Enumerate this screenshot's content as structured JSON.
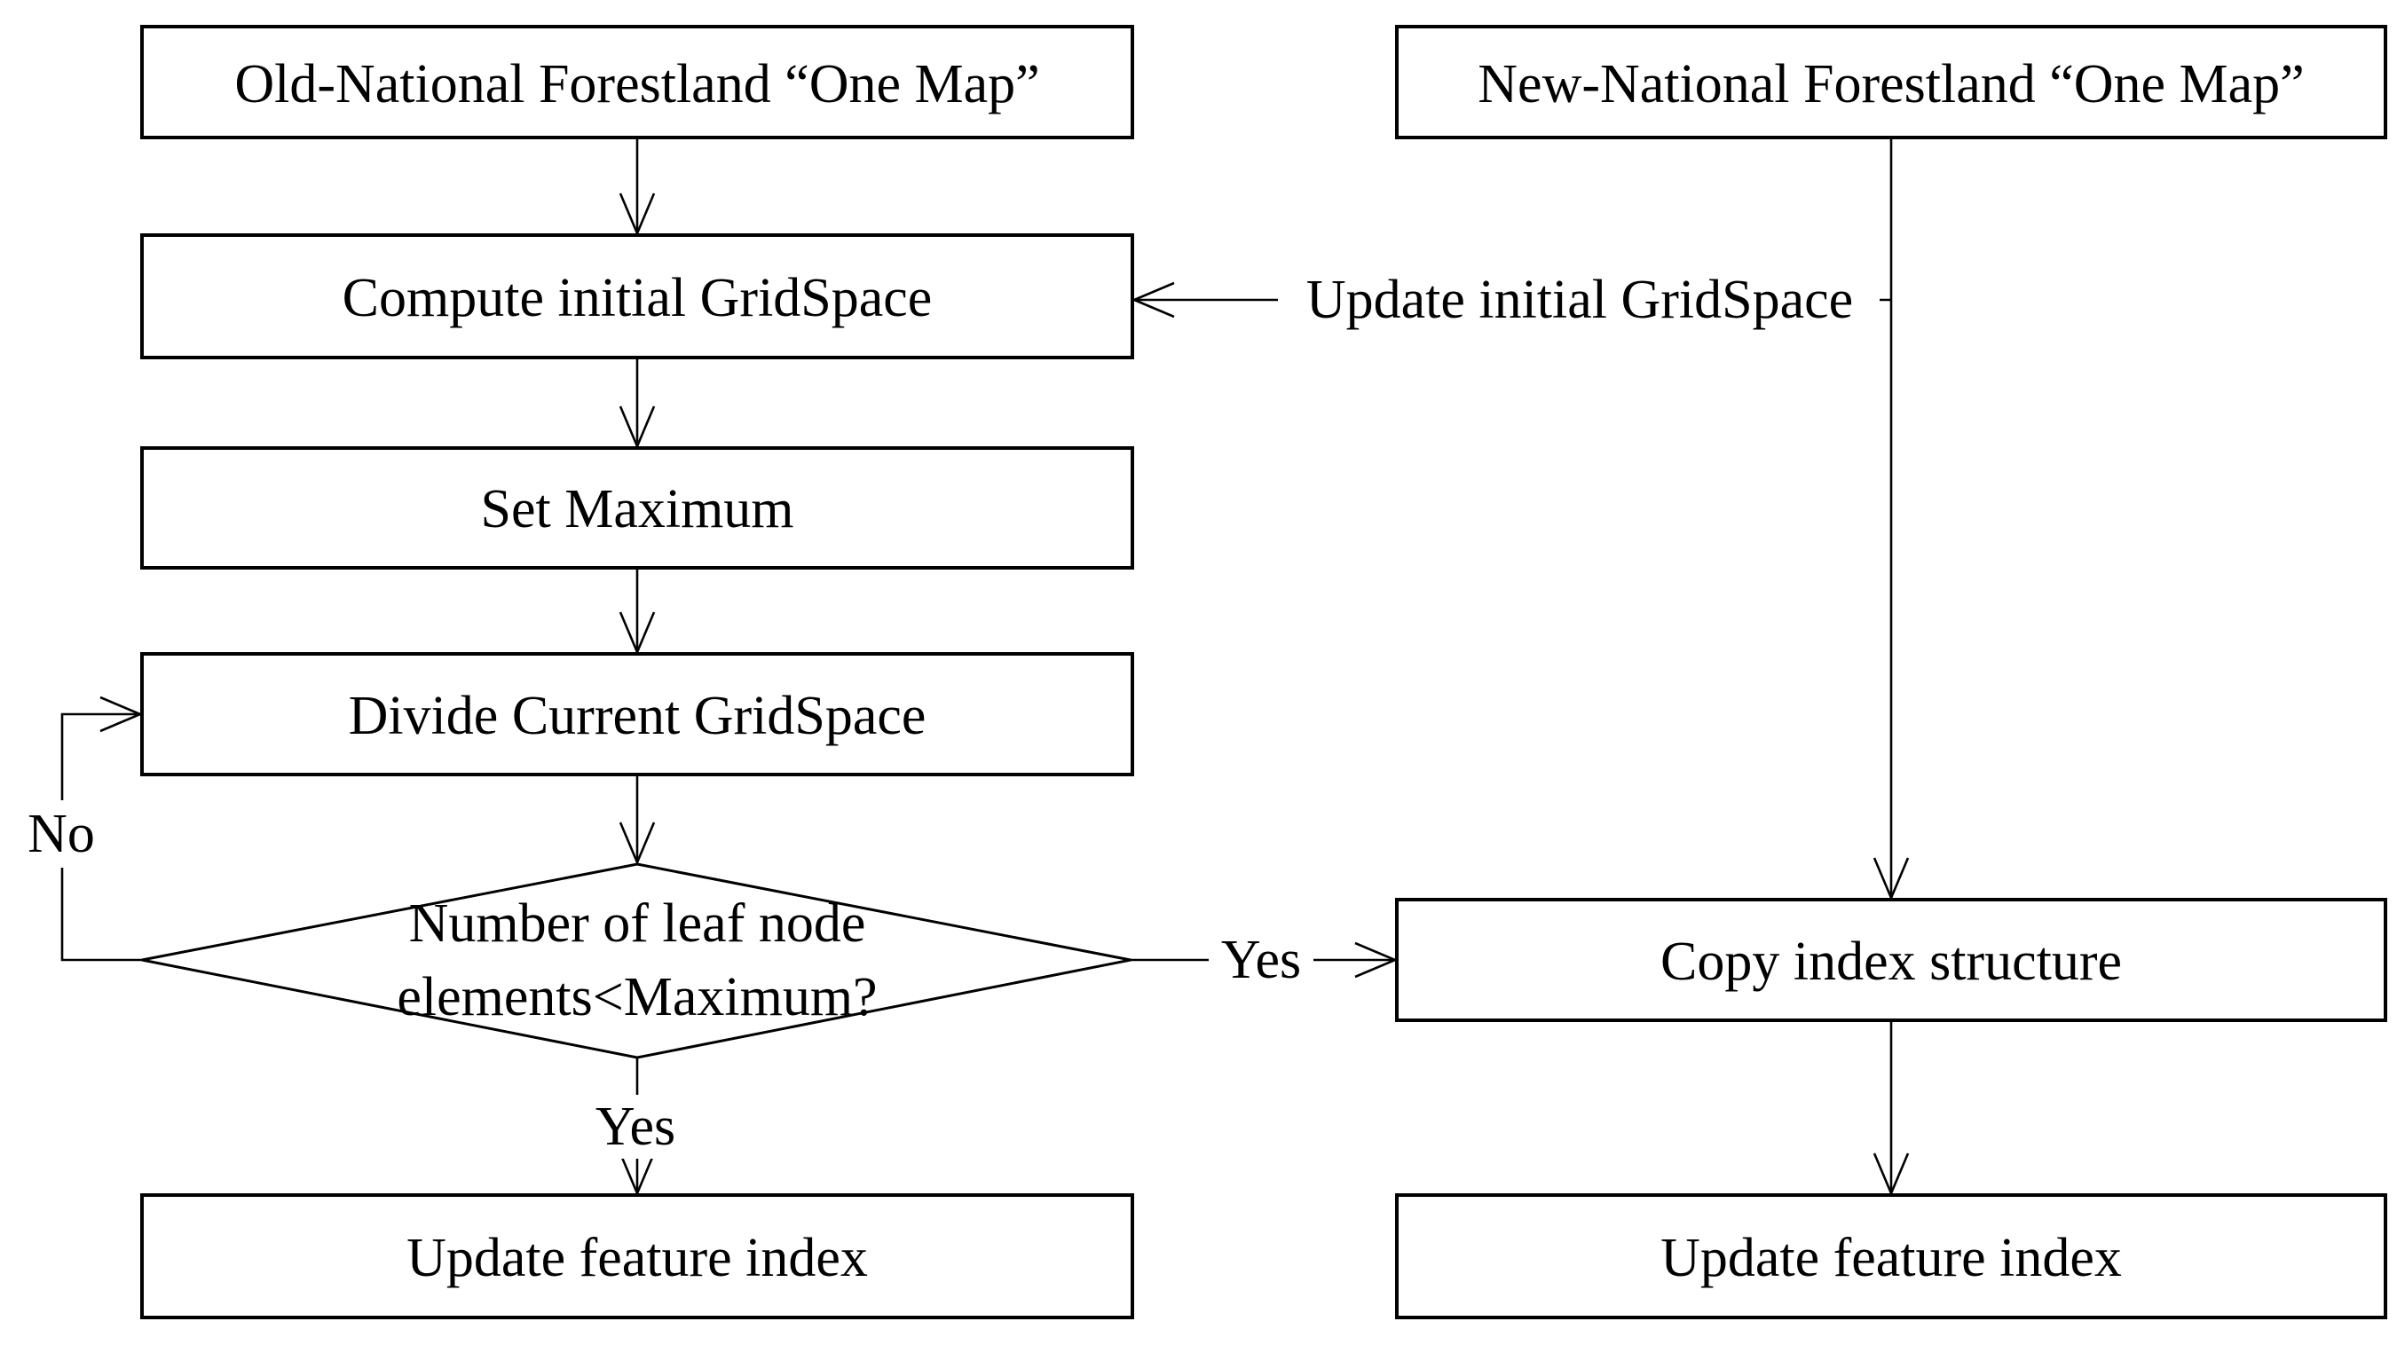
{
  "diagram": {
    "colors": {
      "stroke": "#000000",
      "background": "#ffffff",
      "text": "#000000"
    },
    "nodes": {
      "old_map": "Old-National Forestland “One Map”",
      "compute_gridspace": "Compute initial GridSpace",
      "set_maximum": "Set Maximum",
      "divide_gridspace": "Divide Current GridSpace",
      "decision_line1": "Number of leaf node",
      "decision_line2": "elements<Maximum?",
      "update_feature_left": "Update feature index",
      "new_map": "New-National Forestland “One Map”",
      "copy_index": "Copy index structure",
      "update_feature_right": "Update feature index"
    },
    "edge_labels": {
      "update_initial_gridspace": "Update initial GridSpace",
      "yes_to_update": "Yes",
      "yes_to_copy": "Yes",
      "no_loop": "No"
    }
  }
}
